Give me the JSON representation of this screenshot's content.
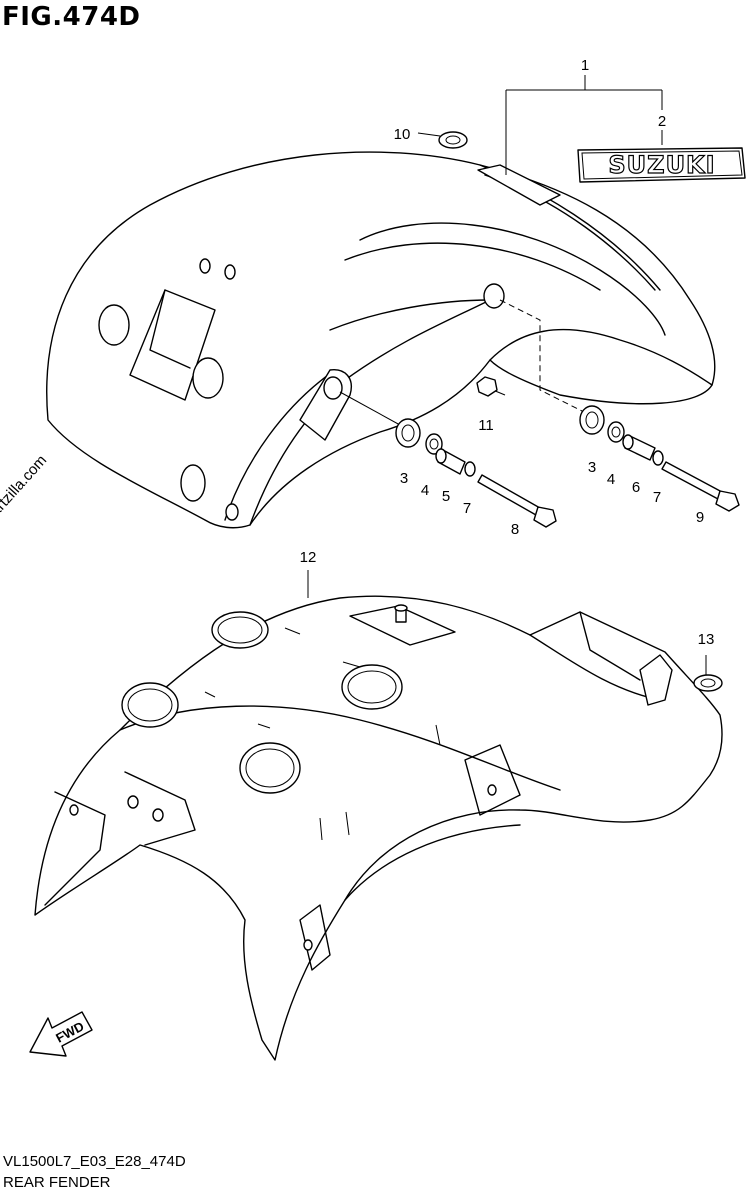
{
  "figure": {
    "title": "FIG.474D",
    "model_code": "VL1500L7_E03_E28_474D",
    "caption": "REAR FENDER",
    "watermark": "© Partzilla.com",
    "emblem_text": "SUZUKI",
    "fwd_arrow_text": "FWD"
  },
  "callouts": {
    "c1": "1",
    "c2": "2",
    "c3a": "3",
    "c3b": "3",
    "c4a": "4",
    "c4b": "4",
    "c5": "5",
    "c6": "6",
    "c7a": "7",
    "c7b": "7",
    "c8": "8",
    "c9": "9",
    "c10": "10",
    "c11": "11",
    "c12": "12",
    "c13": "13"
  }
}
